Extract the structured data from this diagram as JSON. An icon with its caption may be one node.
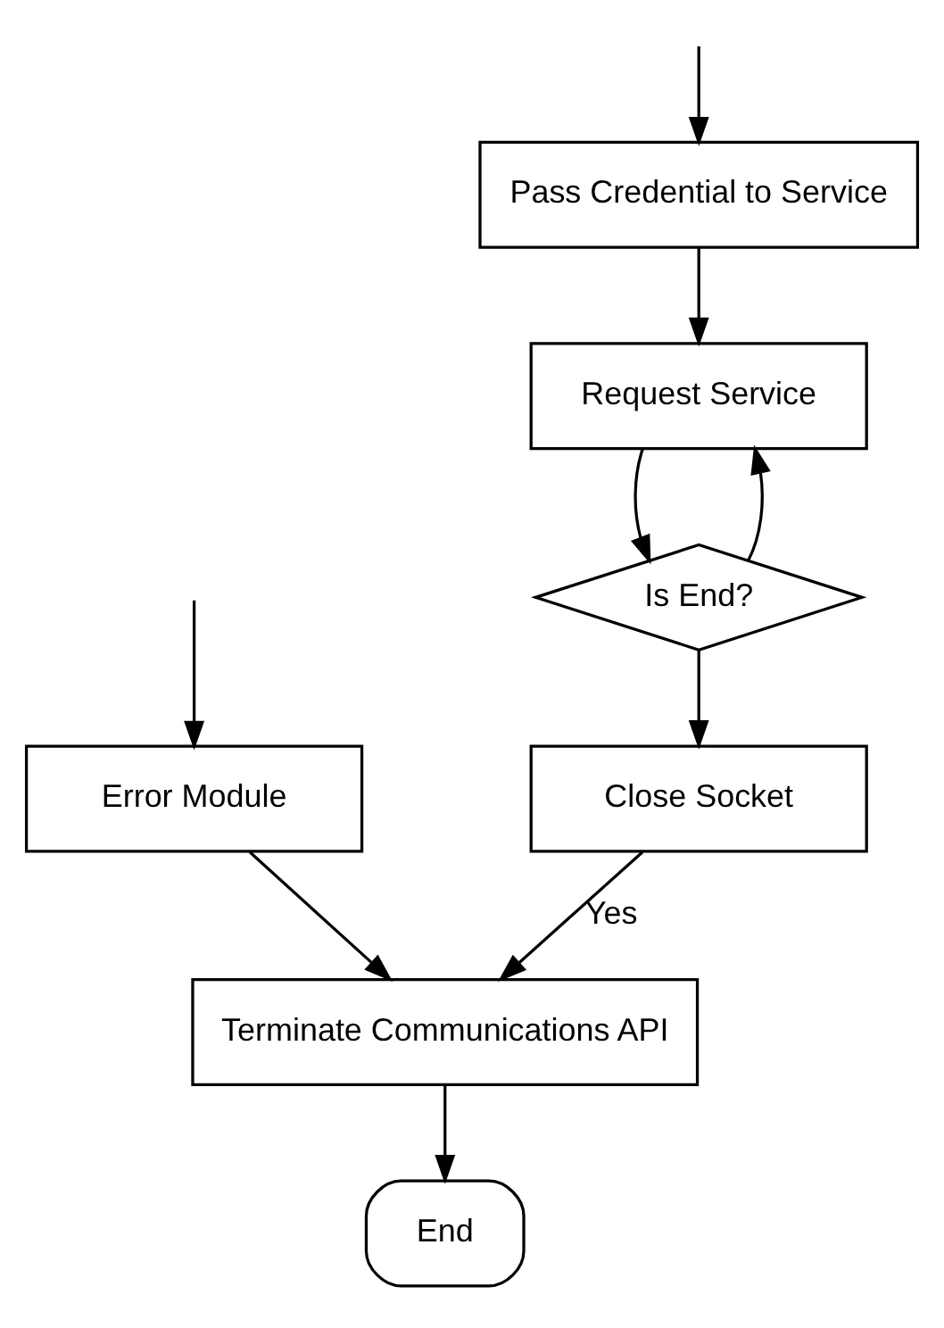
{
  "diagram": {
    "nodes": [
      {
        "text": [
          "Pass Credential to Service"
        ]
      },
      {
        "text": [
          "Error Module"
        ]
      },
      {
        "text": [
          "Request Service"
        ]
      },
      {
        "text": [
          "Is End?"
        ]
      },
      {
        "text": [
          "Close Socket"
        ]
      },
      {
        "text": [
          "Terminate Communications API"
        ]
      },
      {
        "text": [
          "End"
        ]
      }
    ],
    "edges": [
      {
        "from": null,
        "to": 0,
        "arrow": "to"
      },
      {
        "from": null,
        "to": 1,
        "arrow": "to"
      },
      {
        "from": 0,
        "to": 2,
        "arrow": "to"
      },
      {
        "from": 2,
        "to": 3,
        "arrow": "to"
      },
      {
        "from": 3,
        "to": 2,
        "arrow": "to"
      },
      {
        "from": 3,
        "to": 4,
        "arrow": "to"
      },
      {
        "from": 4,
        "to": 5,
        "label": "Yes",
        "arrow": "to"
      },
      {
        "from": 1,
        "to": 5,
        "arrow": "to"
      },
      {
        "from": 5,
        "to": 6,
        "arrow": "to"
      }
    ]
  }
}
